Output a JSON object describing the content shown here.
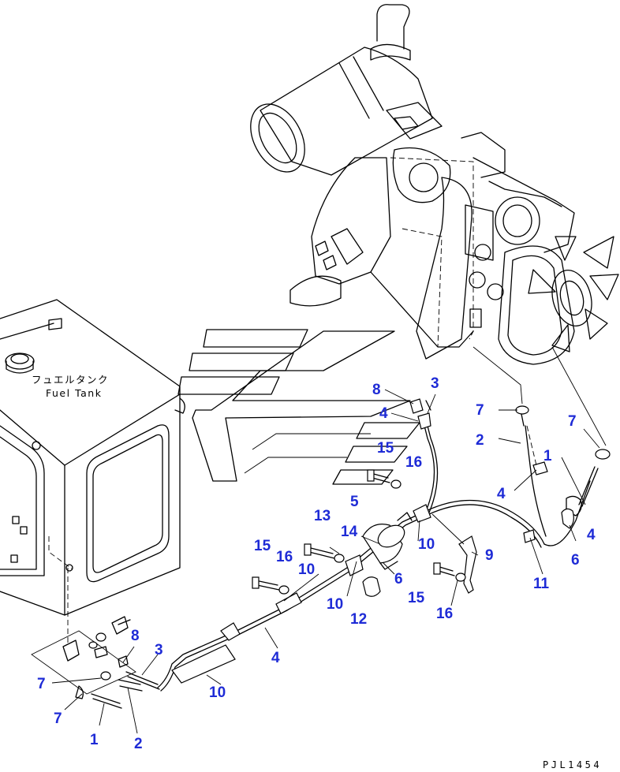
{
  "diagram": {
    "tank_label_jp": "フュエルタンク",
    "tank_label_en": "Fuel Tank",
    "drawing_code": "PJL1454"
  },
  "callouts": [
    {
      "id": "c8a",
      "text": "8"
    },
    {
      "id": "c3a",
      "text": "3"
    },
    {
      "id": "c4a",
      "text": "4"
    },
    {
      "id": "c15a",
      "text": "15"
    },
    {
      "id": "c16a",
      "text": "16"
    },
    {
      "id": "c5",
      "text": "5"
    },
    {
      "id": "c13",
      "text": "13"
    },
    {
      "id": "c14",
      "text": "14"
    },
    {
      "id": "c10a",
      "text": "10"
    },
    {
      "id": "c6a",
      "text": "6"
    },
    {
      "id": "c15b",
      "text": "15"
    },
    {
      "id": "c16b",
      "text": "16"
    },
    {
      "id": "c10b",
      "text": "10"
    },
    {
      "id": "c10c",
      "text": "10"
    },
    {
      "id": "c12",
      "text": "12"
    },
    {
      "id": "c9",
      "text": "9"
    },
    {
      "id": "c15c",
      "text": "15"
    },
    {
      "id": "c16c",
      "text": "16"
    },
    {
      "id": "c11",
      "text": "11"
    },
    {
      "id": "c7a",
      "text": "7"
    },
    {
      "id": "c2a",
      "text": "2"
    },
    {
      "id": "c7b",
      "text": "7"
    },
    {
      "id": "c1a",
      "text": "1"
    },
    {
      "id": "c4b",
      "text": "4"
    },
    {
      "id": "c4c",
      "text": "4"
    },
    {
      "id": "c6b",
      "text": "6"
    },
    {
      "id": "c4d",
      "text": "4"
    },
    {
      "id": "c8b",
      "text": "8"
    },
    {
      "id": "c3b",
      "text": "3"
    },
    {
      "id": "c10d",
      "text": "10"
    },
    {
      "id": "c7c",
      "text": "7"
    },
    {
      "id": "c7d",
      "text": "7"
    },
    {
      "id": "c1b",
      "text": "1"
    },
    {
      "id": "c2b",
      "text": "2"
    }
  ],
  "colors": {
    "callout": "#1e2bd6",
    "line": "#000000",
    "background": "#ffffff"
  }
}
